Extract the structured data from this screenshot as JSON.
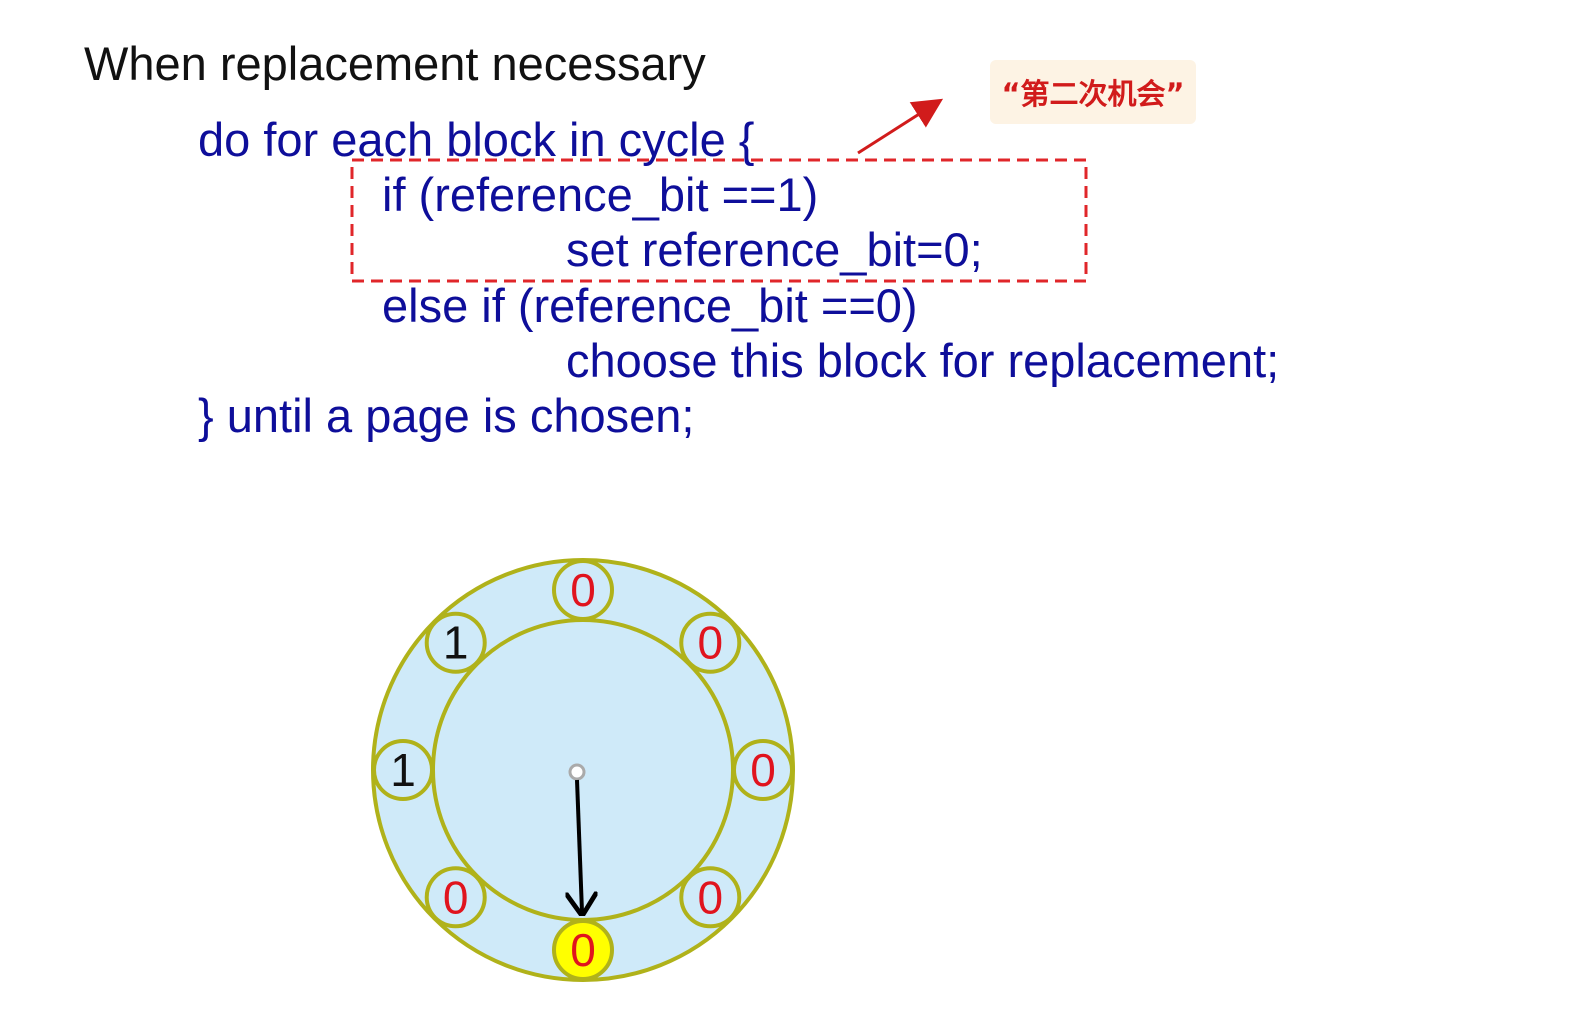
{
  "heading": "When replacement necessary",
  "callout": "“第二次机会”",
  "code": [
    "do for each block in cycle {",
    "if (reference_bit ==1)",
    "set reference_bit=0;",
    "else if (reference_bit ==0)",
    "choose this block for replacement;",
    "} until a page is chosen;"
  ],
  "clock": {
    "bits": [
      "0",
      "0",
      "0",
      "0",
      "0",
      "0",
      "1",
      "1"
    ],
    "current_index": 4
  },
  "colors": {
    "code": "#0e0e9a",
    "highlight_dash": "#e0262a",
    "ring_fill": "#cfeaf9",
    "ring_stroke": "#b0b21a",
    "bit_zero": "#e0141e",
    "bit_one": "#111111",
    "current_fill": "#ffff00"
  }
}
